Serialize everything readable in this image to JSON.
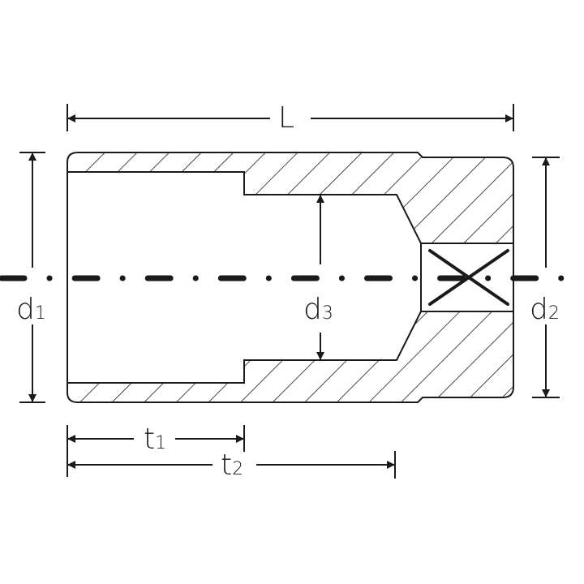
{
  "diagram": {
    "type": "technical-drawing",
    "subject": "deep socket cross-section",
    "colors": {
      "line": "#1a1a1a",
      "background": "#ffffff"
    },
    "labels": {
      "L": {
        "main": "L",
        "sub": ""
      },
      "d1": {
        "main": "d",
        "sub": "1"
      },
      "d2": {
        "main": "d",
        "sub": "2"
      },
      "d3": {
        "main": "d",
        "sub": "3"
      },
      "t1": {
        "main": "t",
        "sub": "1"
      },
      "t2": {
        "main": "t",
        "sub": "2"
      }
    },
    "elements": [
      "overall-length-dimension-L",
      "outer-diameter-front-d1",
      "outer-diameter-drive-end-d2",
      "inner-bore-diameter-d3",
      "socket-depth-t1",
      "bore-depth-t2",
      "centerline",
      "square-drive-cross-mark",
      "hatched-section"
    ]
  }
}
